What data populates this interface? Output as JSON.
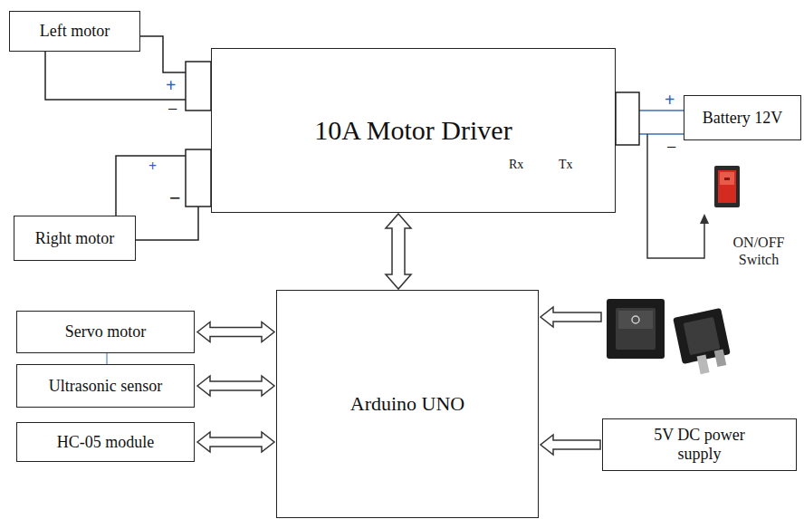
{
  "diagram": {
    "nodes": [
      {
        "text": [
          "Left motor"
        ]
      },
      {
        "text": [
          "10A Motor Driver",
          "Rx",
          "Tx"
        ]
      },
      {
        "text": [
          "Right motor"
        ]
      },
      {
        "text": [
          "Battery 12V"
        ]
      },
      {
        "text": [
          "Servo motor"
        ]
      },
      {
        "text": [
          "Ultrasonic sensor"
        ]
      },
      {
        "text": [
          "HC-05 module"
        ]
      },
      {
        "text": [
          "Arduino UNO"
        ]
      },
      {
        "text": [
          "5V DC power supply"
        ]
      }
    ],
    "edges": [
      {
        "from": 0,
        "to": 1,
        "arrow": "none"
      },
      {
        "from": 0,
        "to": 1,
        "arrow": "none"
      },
      {
        "from": 2,
        "to": 1,
        "arrow": "none"
      },
      {
        "from": 2,
        "to": 1,
        "arrow": "none"
      },
      {
        "from": 3,
        "to": 1,
        "arrow": "none"
      },
      {
        "from": 3,
        "to": 1,
        "arrow": "none"
      },
      {
        "from": 1,
        "to": 7,
        "arrow": "both"
      },
      {
        "from": 4,
        "to": 7,
        "arrow": "both"
      },
      {
        "from": 5,
        "to": 7,
        "arrow": "both"
      },
      {
        "from": 6,
        "to": 7,
        "arrow": "both"
      },
      {
        "from": 8,
        "to": 7,
        "arrow": "to"
      },
      {
        "from": 4,
        "to": 5,
        "arrow": "none"
      }
    ],
    "labels": [
      "+",
      "−",
      "+",
      "−",
      "+",
      "−",
      "ON/OFF Switch"
    ]
  }
}
